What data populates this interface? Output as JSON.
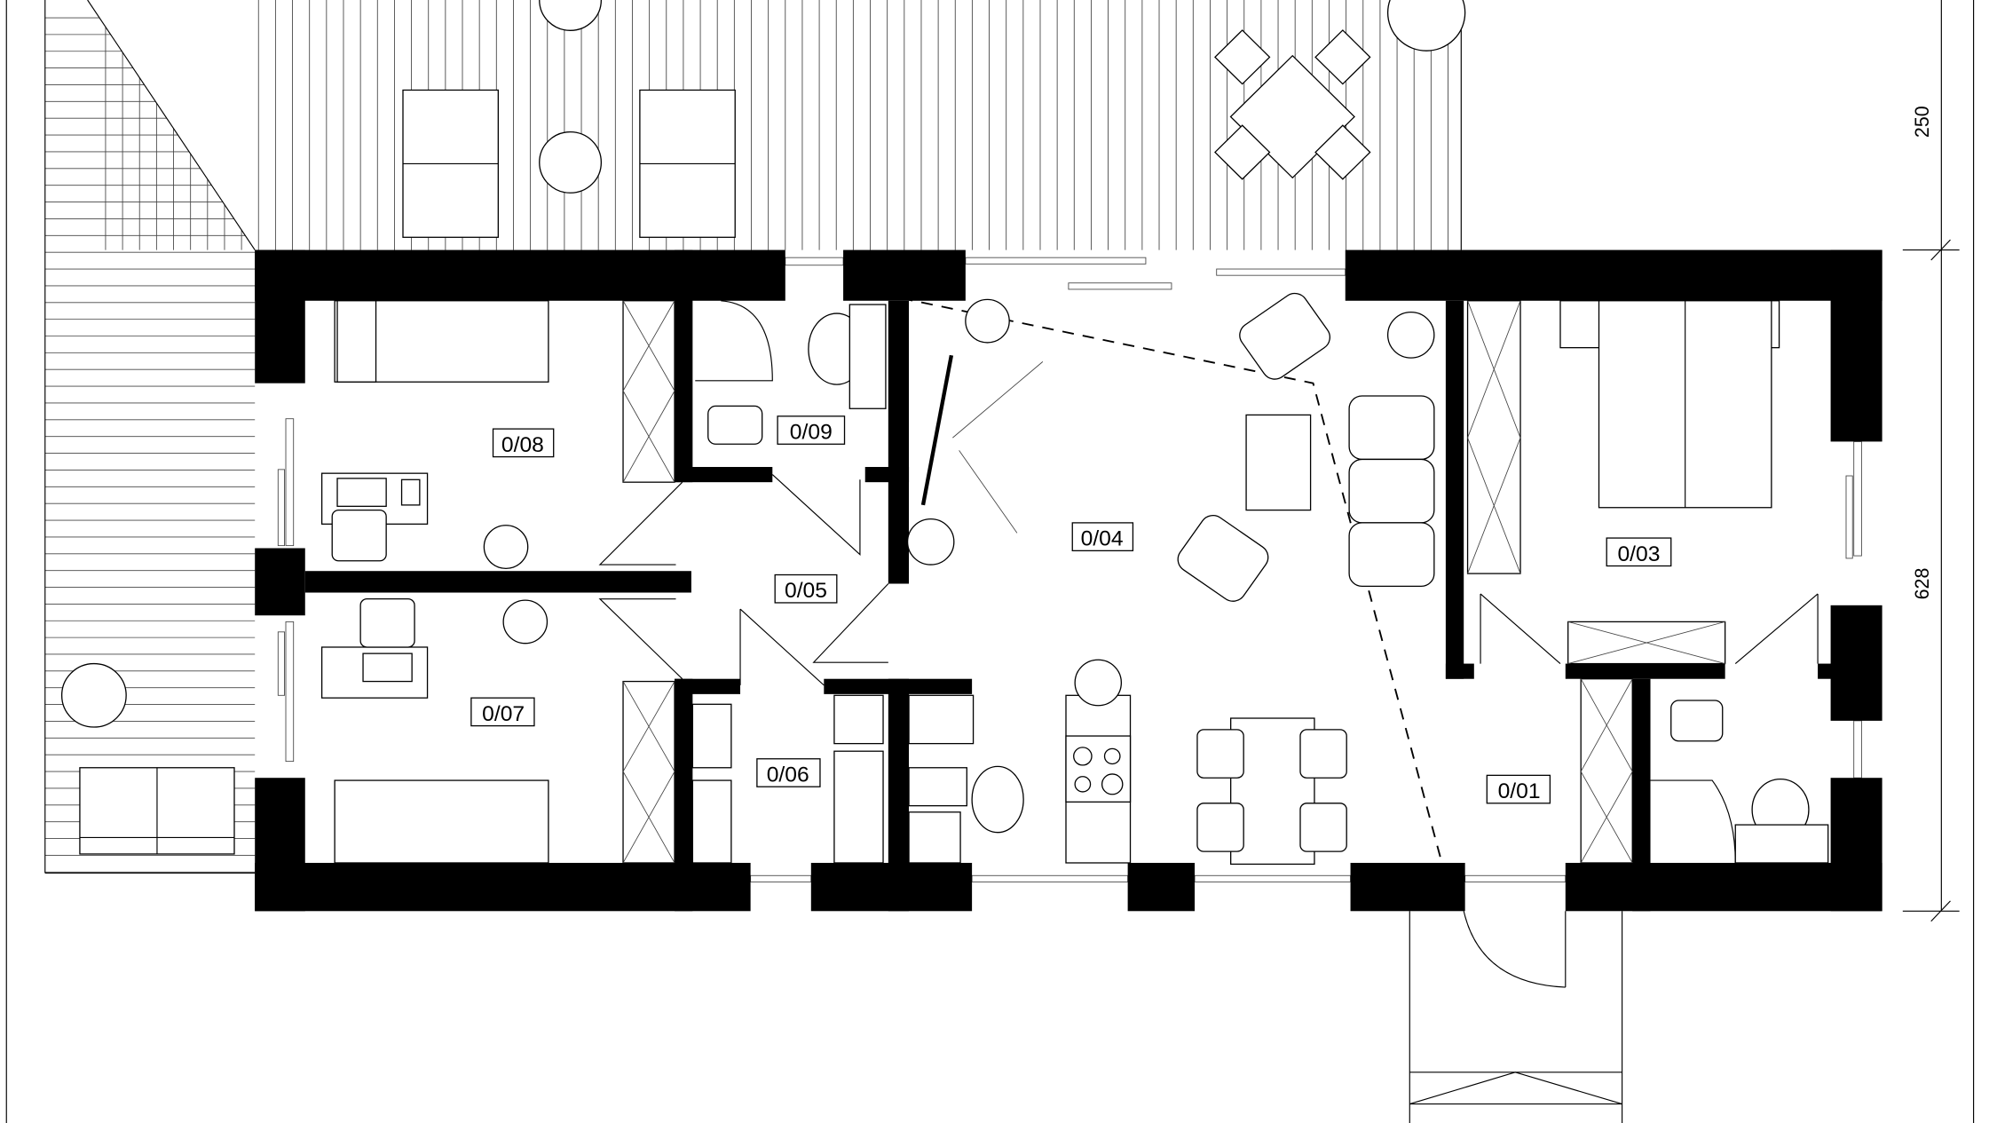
{
  "plan": {
    "rooms": [
      {
        "id": "0/01"
      },
      {
        "id": "0/03"
      },
      {
        "id": "0/04"
      },
      {
        "id": "0/05"
      },
      {
        "id": "0/06"
      },
      {
        "id": "0/07"
      },
      {
        "id": "0/08"
      },
      {
        "id": "0/09"
      }
    ],
    "dimensions": {
      "terrace_depth": "250",
      "building_depth": "628"
    },
    "colors": {
      "wall": "#000000",
      "background": "#ffffff"
    }
  }
}
